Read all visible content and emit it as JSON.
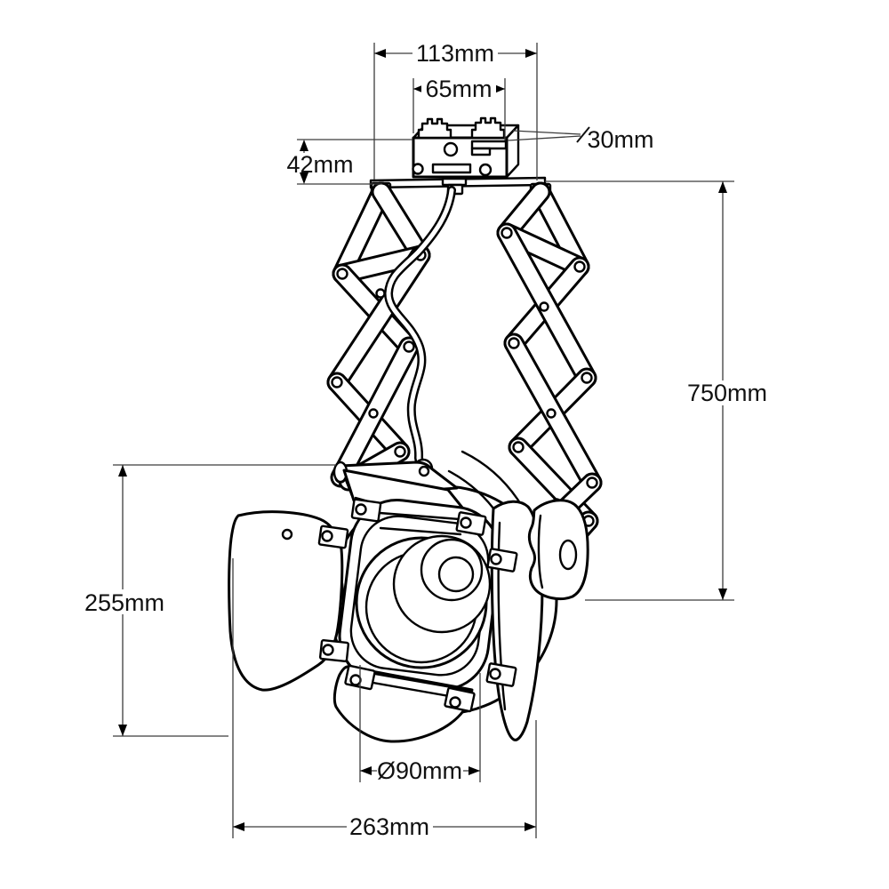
{
  "diagram": {
    "type": "technical-dimension-drawing",
    "subject": "track-mounted scissor-arm spotlight with barn doors",
    "colors": {
      "background": "#ffffff",
      "line": "#000000",
      "dim_line": "#3c3c3c",
      "text": "#111111"
    },
    "labels": {
      "adapter_length": "113mm",
      "contact_spacing": "65mm",
      "adapter_depth": "30mm",
      "adapter_height": "42mm",
      "drop_height": "750mm",
      "head_height": "255mm",
      "lens_diameter": "Ø90mm",
      "head_width": "263mm"
    }
  }
}
